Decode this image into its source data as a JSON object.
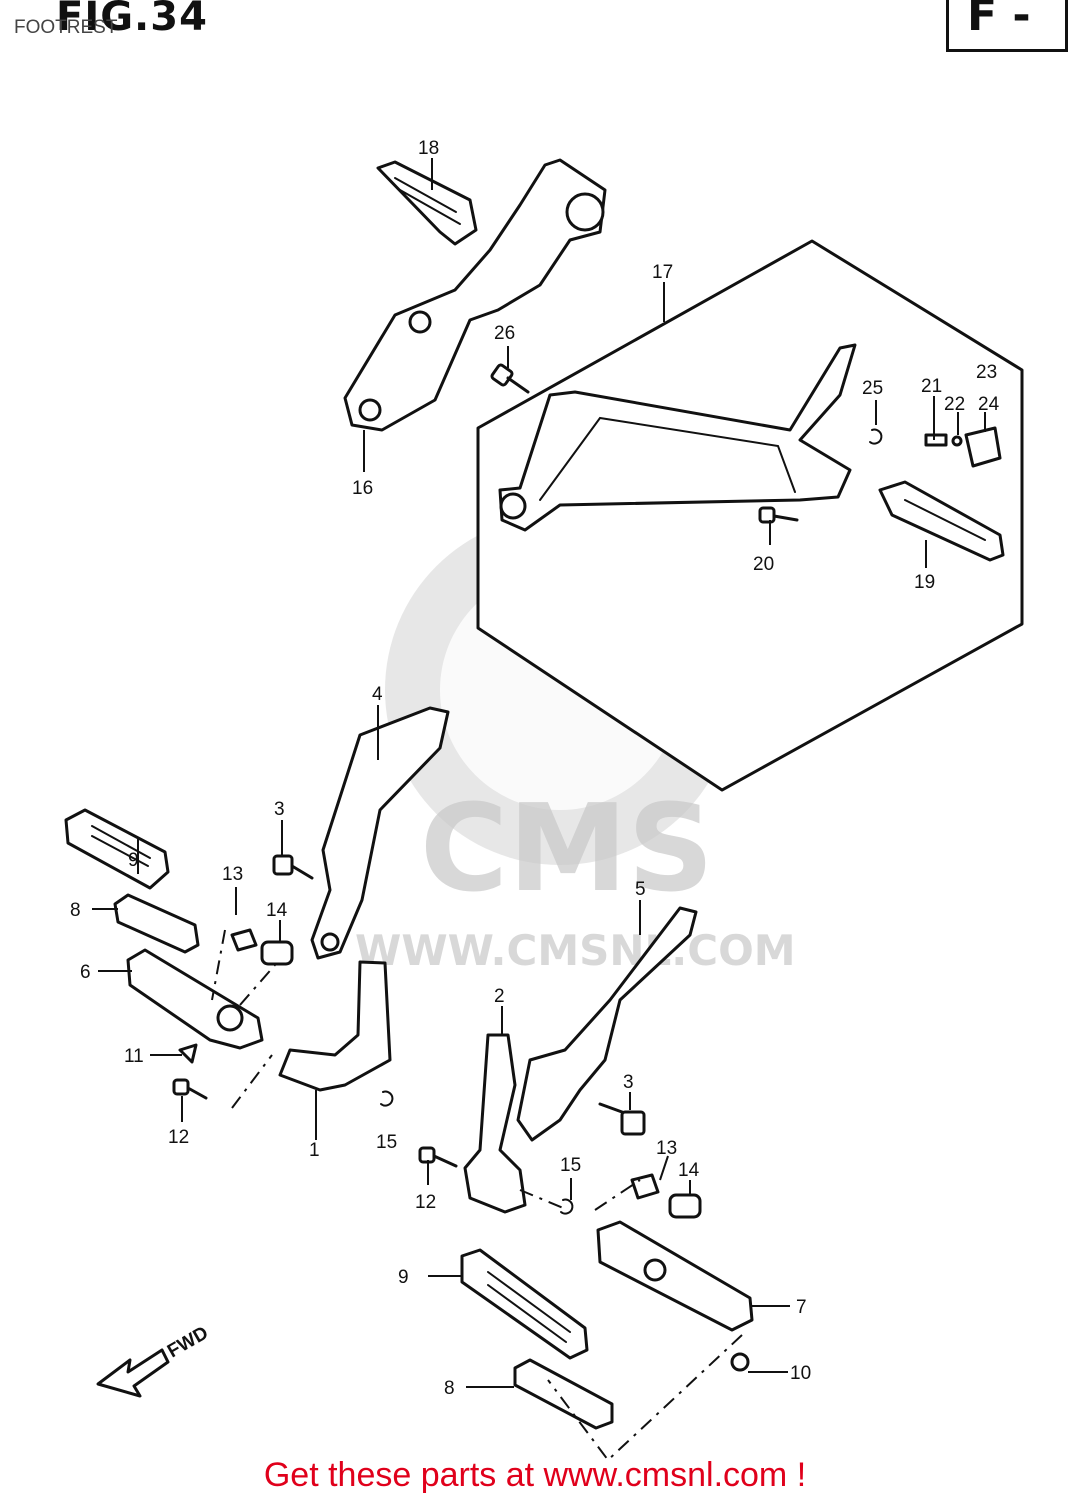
{
  "header": {
    "figure_title": "FIG.34",
    "subtitle": "FOOTREST",
    "section_label": "F -"
  },
  "watermark": {
    "brand": "CMS",
    "url": "WWW.CMSNL.COM"
  },
  "direction_indicator": "FWD",
  "callouts": [
    "1",
    "2",
    "3",
    "3",
    "4",
    "5",
    "6",
    "7",
    "8",
    "8",
    "9",
    "9",
    "10",
    "11",
    "12",
    "12",
    "13",
    "13",
    "14",
    "14",
    "15",
    "15",
    "16",
    "17",
    "18",
    "19",
    "20",
    "21",
    "22",
    "23",
    "24",
    "25",
    "26"
  ],
  "footer": {
    "banner": "Get these parts at www.cmsnl.com !",
    "banner_color": "#e0001b"
  }
}
